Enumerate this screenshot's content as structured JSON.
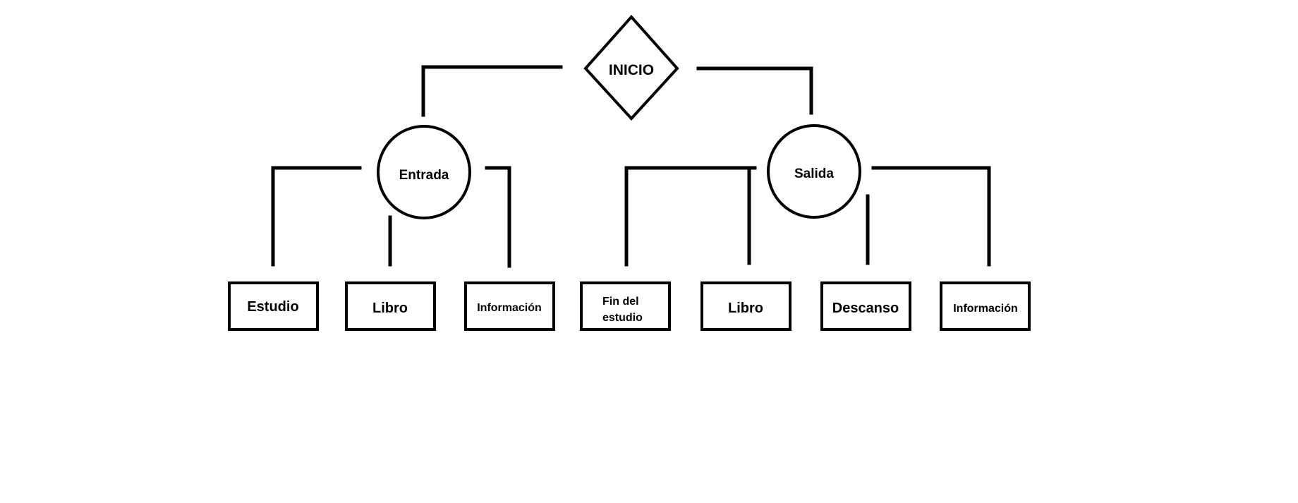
{
  "diagram": {
    "line_color": "#000000",
    "background_color": "#ffffff",
    "root": {
      "label": "INICIO",
      "shape": "diamond"
    },
    "branches": [
      {
        "label": "Entrada",
        "shape": "circle",
        "children": [
          {
            "label": "Estudio"
          },
          {
            "label": "Libro"
          },
          {
            "label": "Información"
          }
        ]
      },
      {
        "label": "Salida",
        "shape": "circle",
        "children": [
          {
            "label": "Fin del",
            "label2": "estudio"
          },
          {
            "label": "Libro"
          },
          {
            "label": "Descanso"
          },
          {
            "label": "Información"
          }
        ]
      }
    ]
  }
}
